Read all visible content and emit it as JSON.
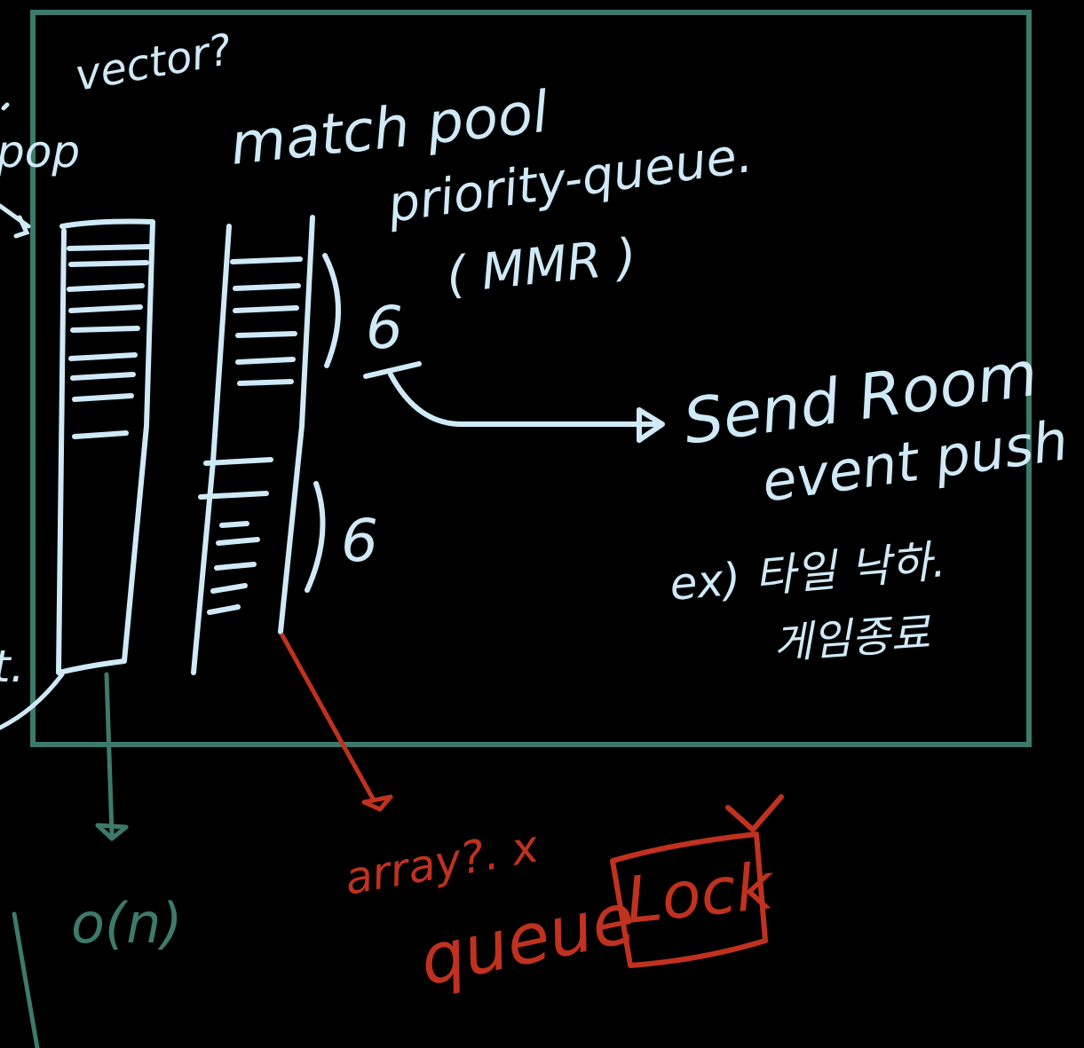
{
  "colors": {
    "background": "#000000",
    "chalk": "#cfe9f7",
    "frame": "#3d7a6b",
    "red": "#c0321f",
    "teal_note": "#3d7a6b"
  },
  "notes": {
    "vector": "vector?",
    "pop": "pop",
    "match_pool": "match pool",
    "priority_queue": "priority-queue.",
    "mmr": "( MMR )",
    "count_top": "6",
    "count_bottom": "6",
    "send_room": "Send Room",
    "event_push": "event push",
    "example_line1": "ex) 타일 낙하.",
    "example_line2": "게임종료",
    "array": "array?. x",
    "queue": "queue",
    "lock": "Lock",
    "complexity": "o(n)",
    "left_cut": "t."
  }
}
